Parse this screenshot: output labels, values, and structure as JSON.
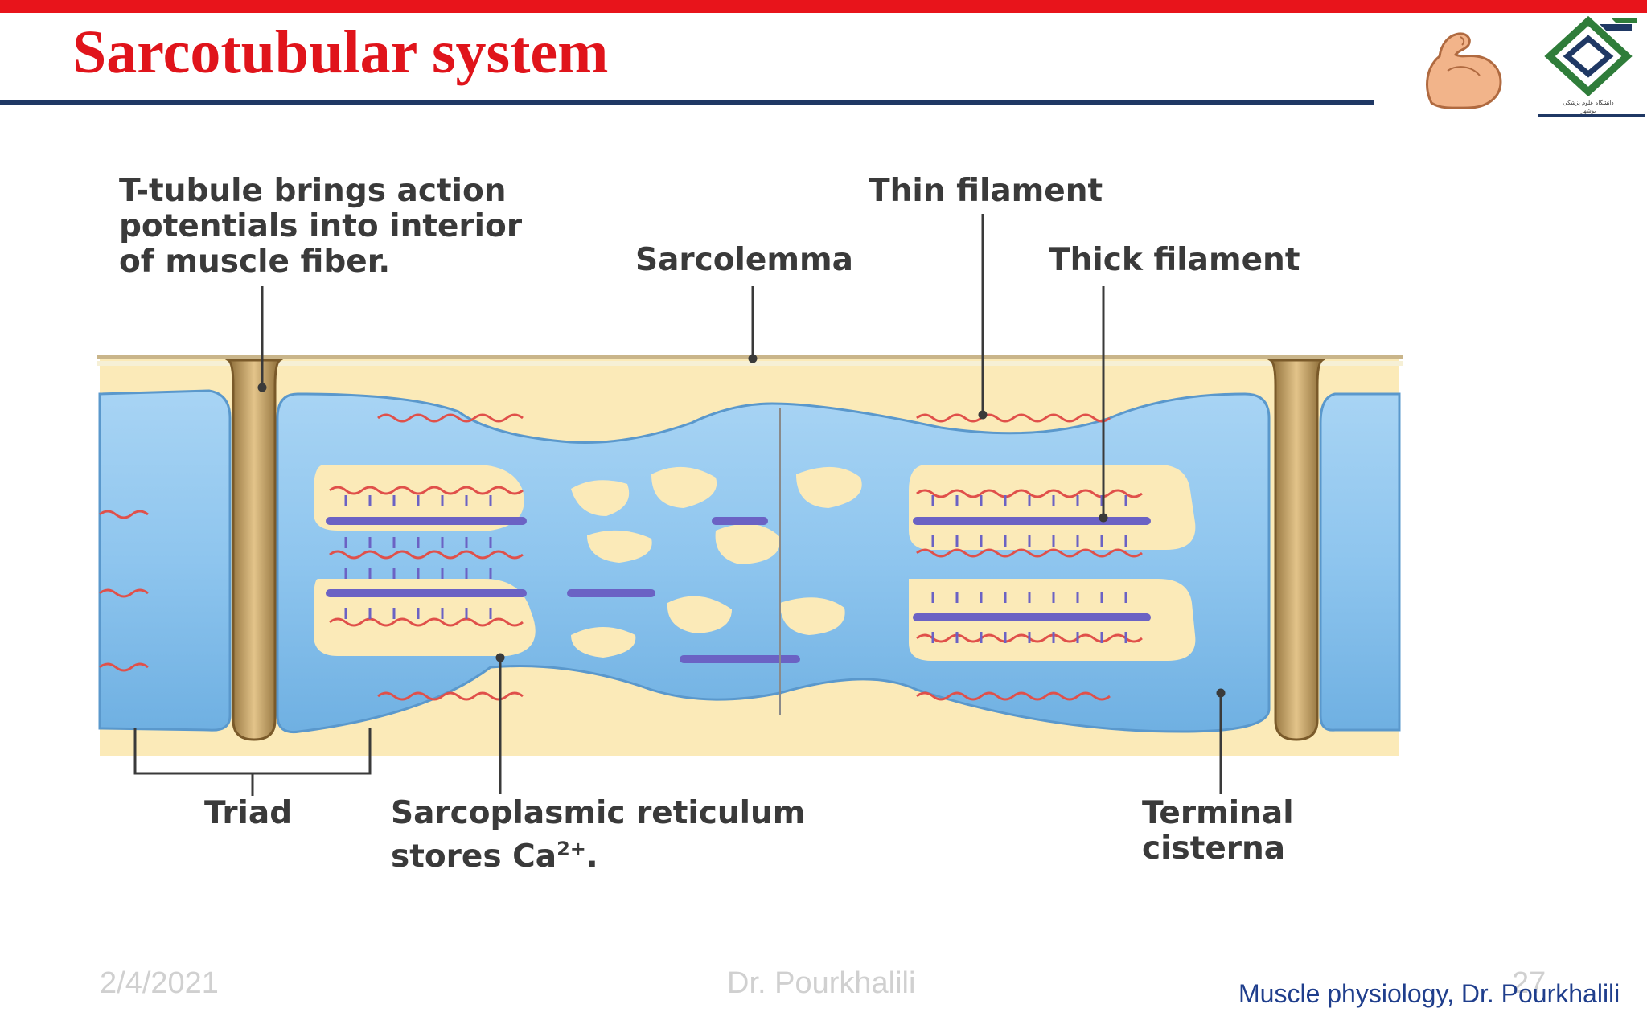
{
  "slide": {
    "title": "Sarcotubular system",
    "colors": {
      "accent_red": "#e8141b",
      "rule_navy": "#1f3864",
      "label_gray": "#3a3a3a",
      "course_blue": "#1f3e8c"
    },
    "logos": [
      "flexed-arm-icon",
      "university-emblem-icon"
    ]
  },
  "figure": {
    "labels": {
      "t_tubule": "T-tubule brings action\npotentials into interior\nof muscle fiber.",
      "thin_filament": "Thin filament",
      "sarcolemma": "Sarcolemma",
      "thick_filament": "Thick filament",
      "triad": "Triad",
      "sr_line1": "Sarcoplasmic reticulum",
      "sr_line2_prefix": "stores Ca",
      "sr_line2_sup": "2+",
      "sr_line2_suffix": ".",
      "terminal_cisterna": "Terminal\ncisterna"
    }
  },
  "footer": {
    "date": "2/4/2021",
    "author": "Dr. Pourkhalili",
    "page": "27",
    "course": "Muscle physiology, Dr. Pourkhalili"
  }
}
